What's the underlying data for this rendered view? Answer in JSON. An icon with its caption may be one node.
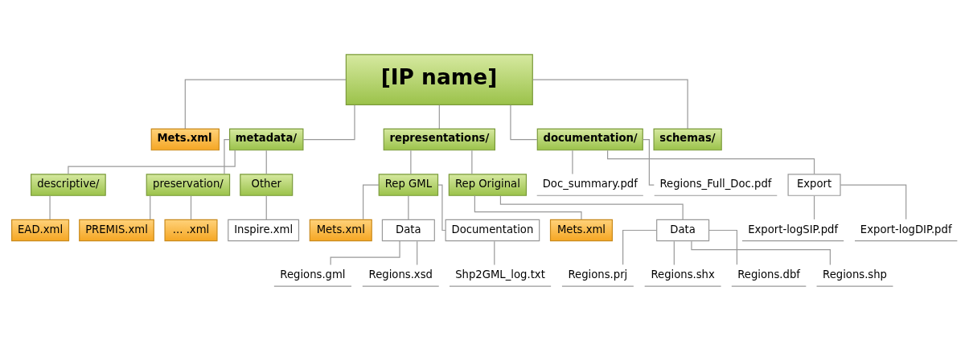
{
  "diagram": {
    "nodes": [
      {
        "text": [
          "[IP name]"
        ]
      },
      {
        "text": [
          "Mets.xml"
        ]
      },
      {
        "text": [
          "metadata/"
        ]
      },
      {
        "text": [
          "representations/"
        ]
      },
      {
        "text": [
          "documentation/"
        ]
      },
      {
        "text": [
          "schemas/"
        ]
      },
      {
        "text": [
          "descriptive/"
        ]
      },
      {
        "text": [
          "preservation/"
        ]
      },
      {
        "text": [
          "Other"
        ]
      },
      {
        "text": [
          "EAD.xml"
        ]
      },
      {
        "text": [
          "PREMIS.xml"
        ]
      },
      {
        "text": [
          "... .xml"
        ]
      },
      {
        "text": [
          "Inspire.xml"
        ]
      },
      {
        "text": [
          "Rep GML"
        ]
      },
      {
        "text": [
          "Rep Original"
        ]
      },
      {
        "text": [
          "Mets.xml"
        ]
      },
      {
        "text": [
          "Data"
        ]
      },
      {
        "text": [
          "Regions.gml"
        ]
      },
      {
        "text": [
          "Regions.xsd"
        ]
      },
      {
        "text": [
          "Documentation"
        ]
      },
      {
        "text": [
          "Shp2GML_log.txt"
        ]
      },
      {
        "text": [
          "Mets.xml"
        ]
      },
      {
        "text": [
          "Data"
        ]
      },
      {
        "text": [
          "Regions.prj"
        ]
      },
      {
        "text": [
          "Regions.shx"
        ]
      },
      {
        "text": [
          "Regions.dbf"
        ]
      },
      {
        "text": [
          "Regions.shp"
        ]
      },
      {
        "text": [
          "Doc_summary.pdf"
        ]
      },
      {
        "text": [
          "Regions_Full_Doc.pdf"
        ]
      },
      {
        "text": [
          "Export"
        ]
      },
      {
        "text": [
          "Export-logSIP.pdf"
        ]
      },
      {
        "text": [
          "Export-logDIP.pdf"
        ]
      }
    ],
    "edges": [
      {
        "from": 0,
        "to": 1,
        "arrow": "none"
      },
      {
        "from": 0,
        "to": 2,
        "arrow": "none"
      },
      {
        "from": 0,
        "to": 3,
        "arrow": "none"
      },
      {
        "from": 0,
        "to": 4,
        "arrow": "none"
      },
      {
        "from": 0,
        "to": 5,
        "arrow": "none"
      },
      {
        "from": 2,
        "to": 6,
        "arrow": "none"
      },
      {
        "from": 2,
        "to": 7,
        "arrow": "none"
      },
      {
        "from": 2,
        "to": 8,
        "arrow": "none"
      },
      {
        "from": 6,
        "to": 9,
        "arrow": "none"
      },
      {
        "from": 7,
        "to": 10,
        "arrow": "none"
      },
      {
        "from": 7,
        "to": 11,
        "arrow": "none"
      },
      {
        "from": 8,
        "to": 12,
        "arrow": "none"
      },
      {
        "from": 3,
        "to": 13,
        "arrow": "none"
      },
      {
        "from": 3,
        "to": 14,
        "arrow": "none"
      },
      {
        "from": 13,
        "to": 15,
        "arrow": "none"
      },
      {
        "from": 13,
        "to": 16,
        "arrow": "none"
      },
      {
        "from": 16,
        "to": 17,
        "arrow": "none"
      },
      {
        "from": 16,
        "to": 18,
        "arrow": "none"
      },
      {
        "from": 13,
        "to": 19,
        "arrow": "none"
      },
      {
        "from": 19,
        "to": 20,
        "arrow": "none"
      },
      {
        "from": 14,
        "to": 21,
        "arrow": "none"
      },
      {
        "from": 14,
        "to": 22,
        "arrow": "none"
      },
      {
        "from": 22,
        "to": 23,
        "arrow": "none"
      },
      {
        "from": 22,
        "to": 24,
        "arrow": "none"
      },
      {
        "from": 22,
        "to": 25,
        "arrow": "none"
      },
      {
        "from": 22,
        "to": 26,
        "arrow": "none"
      },
      {
        "from": 4,
        "to": 27,
        "arrow": "none"
      },
      {
        "from": 4,
        "to": 28,
        "arrow": "none"
      },
      {
        "from": 4,
        "to": 29,
        "arrow": "none"
      },
      {
        "from": 29,
        "to": 30,
        "arrow": "none"
      },
      {
        "from": 29,
        "to": 31,
        "arrow": "none"
      }
    ]
  }
}
